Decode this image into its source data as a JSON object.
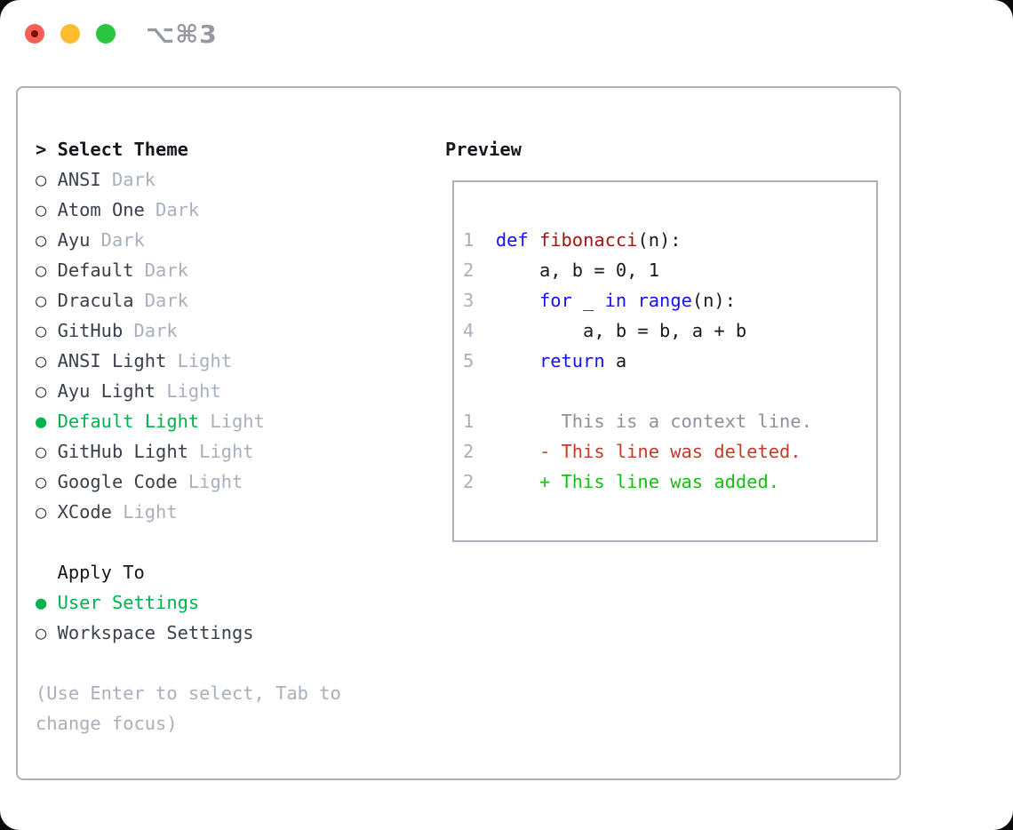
{
  "titlebar": {
    "title": "⌥⌘3",
    "buttons": [
      "close",
      "minimize",
      "zoom"
    ]
  },
  "theme_panel": {
    "header": {
      "prefix": ">",
      "label": "Select Theme"
    },
    "radio_unselected_glyph": "○",
    "radio_selected_glyph": "●",
    "items": [
      {
        "name": "ANSI",
        "variant": "Dark",
        "selected": false
      },
      {
        "name": "Atom One",
        "variant": "Dark",
        "selected": false
      },
      {
        "name": "Ayu",
        "variant": "Dark",
        "selected": false
      },
      {
        "name": "Default",
        "variant": "Dark",
        "selected": false
      },
      {
        "name": "Dracula",
        "variant": "Dark",
        "selected": false
      },
      {
        "name": "GitHub",
        "variant": "Dark",
        "selected": false
      },
      {
        "name": "ANSI Light",
        "variant": "Light",
        "selected": false
      },
      {
        "name": "Ayu Light",
        "variant": "Light",
        "selected": false
      },
      {
        "name": "Default Light",
        "variant": "Light",
        "selected": true
      },
      {
        "name": "GitHub Light",
        "variant": "Light",
        "selected": false
      },
      {
        "name": "Google Code",
        "variant": "Light",
        "selected": false
      },
      {
        "name": "XCode",
        "variant": "Light",
        "selected": false
      }
    ],
    "apply_to": {
      "header": "Apply To",
      "options": [
        {
          "name": "User Settings",
          "selected": true
        },
        {
          "name": "Workspace Settings",
          "selected": false
        }
      ]
    },
    "help_lines": [
      "(Use Enter to select, Tab to",
      "change focus)"
    ]
  },
  "preview": {
    "header": "Preview",
    "lines": [
      {
        "kind": "code",
        "tokens": [
          {
            "c": "num",
            "t": "1"
          },
          {
            "c": "pl",
            "t": "  "
          },
          {
            "c": "kw",
            "t": "def"
          },
          {
            "c": "pl",
            "t": " "
          },
          {
            "c": "fn",
            "t": "fibonacci"
          },
          {
            "c": "pl",
            "t": "(n):"
          }
        ]
      },
      {
        "kind": "code",
        "tokens": [
          {
            "c": "num",
            "t": "2"
          },
          {
            "c": "pl",
            "t": "      a, b = 0, 1"
          }
        ]
      },
      {
        "kind": "code",
        "tokens": [
          {
            "c": "num",
            "t": "3"
          },
          {
            "c": "pl",
            "t": "      "
          },
          {
            "c": "kw",
            "t": "for"
          },
          {
            "c": "pl",
            "t": " _ "
          },
          {
            "c": "kw",
            "t": "in"
          },
          {
            "c": "pl",
            "t": " "
          },
          {
            "c": "kw",
            "t": "range"
          },
          {
            "c": "pl",
            "t": "(n):"
          }
        ]
      },
      {
        "kind": "code",
        "tokens": [
          {
            "c": "num",
            "t": "4"
          },
          {
            "c": "pl",
            "t": "          a, b = b, a + b"
          }
        ]
      },
      {
        "kind": "code",
        "tokens": [
          {
            "c": "num",
            "t": "5"
          },
          {
            "c": "pl",
            "t": "      "
          },
          {
            "c": "kw",
            "t": "return"
          },
          {
            "c": "pl",
            "t": " a"
          }
        ]
      },
      {
        "kind": "blank",
        "tokens": []
      },
      {
        "kind": "diff-context",
        "tokens": [
          {
            "c": "num",
            "t": "1"
          },
          {
            "c": "ctx",
            "t": "        This is a context line."
          }
        ]
      },
      {
        "kind": "diff-deleted",
        "tokens": [
          {
            "c": "num",
            "t": "2"
          },
          {
            "c": "del",
            "t": "      - This line was deleted."
          }
        ]
      },
      {
        "kind": "diff-added",
        "tokens": [
          {
            "c": "num",
            "t": "2"
          },
          {
            "c": "add",
            "t": "      + This line was added."
          }
        ]
      }
    ]
  },
  "colors": {
    "border": "#a9b0ba",
    "text_black": "#14181d",
    "text_dark": "#3a414b",
    "muted": "#a8b0bc",
    "green_ui": "#00b34d",
    "green_add": "#13c113",
    "red_del": "#c43b28",
    "kw_blue": "#1414ee",
    "fn_red": "#a31414",
    "code_black": "#16191d",
    "ctx_gray": "#8b929b",
    "num_gray": "#a8b0bc",
    "title_gray": "#95999f",
    "traffic_red": "#f65f58",
    "traffic_red_dot": "#7f0b05",
    "traffic_yellow": "#fdbc2f",
    "traffic_green": "#29c73f"
  }
}
